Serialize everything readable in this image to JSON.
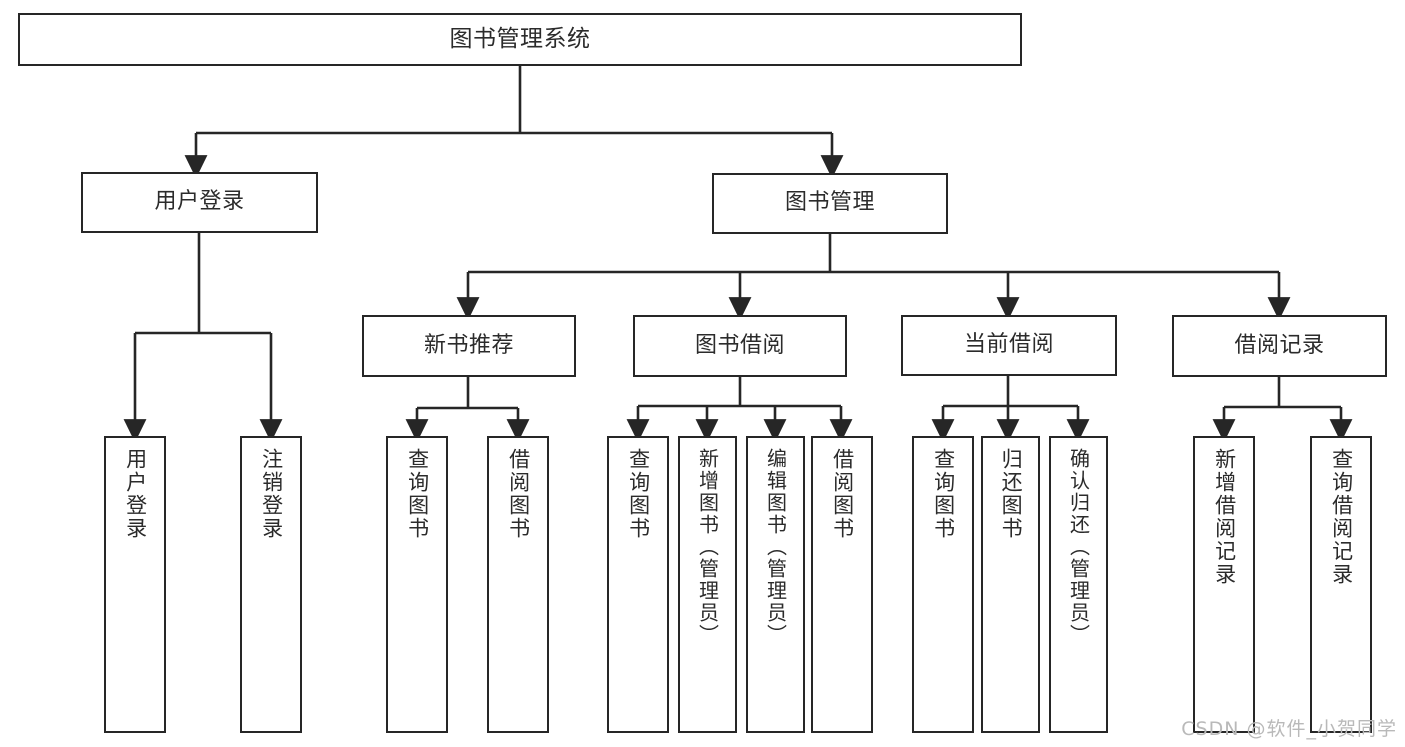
{
  "diagram": {
    "type": "tree-hierarchy",
    "title": "图书管理系统",
    "watermark": "CSDN @软件_小贺同学",
    "colors": {
      "stroke": "#262626",
      "text": "#2b2b2b",
      "background": "#ffffff",
      "watermark": "#b9b9b9"
    },
    "root": {
      "label": "图书管理系统"
    },
    "level2": [
      {
        "id": "user-login",
        "label": "用户登录"
      },
      {
        "id": "book-manage",
        "label": "图书管理"
      }
    ],
    "level3": [
      {
        "id": "new-book-recommend",
        "label": "新书推荐",
        "parent": "book-manage"
      },
      {
        "id": "book-borrow",
        "label": "图书借阅",
        "parent": "book-manage"
      },
      {
        "id": "current-borrow",
        "label": "当前借阅",
        "parent": "book-manage"
      },
      {
        "id": "borrow-record",
        "label": "借阅记录",
        "parent": "book-manage"
      }
    ],
    "leaves": [
      {
        "id": "leaf-user-login",
        "label": "用户登录",
        "parent": "user-login"
      },
      {
        "id": "leaf-user-logout",
        "label": "注销登录",
        "parent": "user-login"
      },
      {
        "id": "leaf-query-book-1",
        "label": "查询图书",
        "parent": "new-book-recommend"
      },
      {
        "id": "leaf-borrow-book-1",
        "label": "借阅图书",
        "parent": "new-book-recommend"
      },
      {
        "id": "leaf-query-book-2",
        "label": "查询图书",
        "parent": "book-borrow"
      },
      {
        "id": "leaf-add-book",
        "label": "新增图书（管理员）",
        "parent": "book-borrow"
      },
      {
        "id": "leaf-edit-book",
        "label": "编辑图书（管理员）",
        "parent": "book-borrow"
      },
      {
        "id": "leaf-borrow-book-2",
        "label": "借阅图书",
        "parent": "book-borrow"
      },
      {
        "id": "leaf-query-book-3",
        "label": "查询图书",
        "parent": "current-borrow"
      },
      {
        "id": "leaf-return-book",
        "label": "归还图书",
        "parent": "current-borrow"
      },
      {
        "id": "leaf-confirm-return",
        "label": "确认归还（管理员）",
        "parent": "current-borrow"
      },
      {
        "id": "leaf-add-record",
        "label": "新增借阅记录",
        "parent": "borrow-record"
      },
      {
        "id": "leaf-query-record",
        "label": "查询借阅记录",
        "parent": "borrow-record"
      }
    ]
  }
}
